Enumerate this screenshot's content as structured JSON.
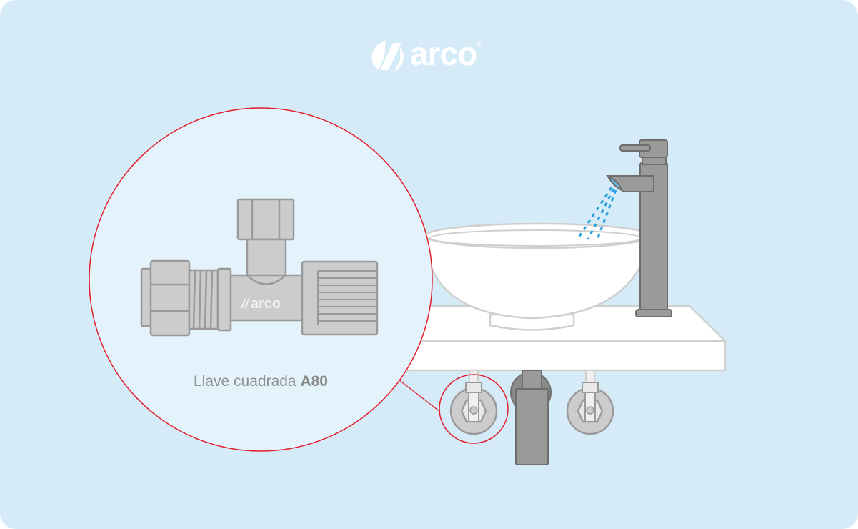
{
  "brand": {
    "name": "arco",
    "mark": "®"
  },
  "caption": {
    "prefix": "Llave cuadrada ",
    "model": "A80"
  },
  "valve_brand": "arco",
  "colors": {
    "background": "#d5ecf8",
    "highlight": "#e21e2b",
    "metal": "#9a9a9a",
    "water": "#2a9fe0",
    "ceramic": "#ffffff"
  }
}
